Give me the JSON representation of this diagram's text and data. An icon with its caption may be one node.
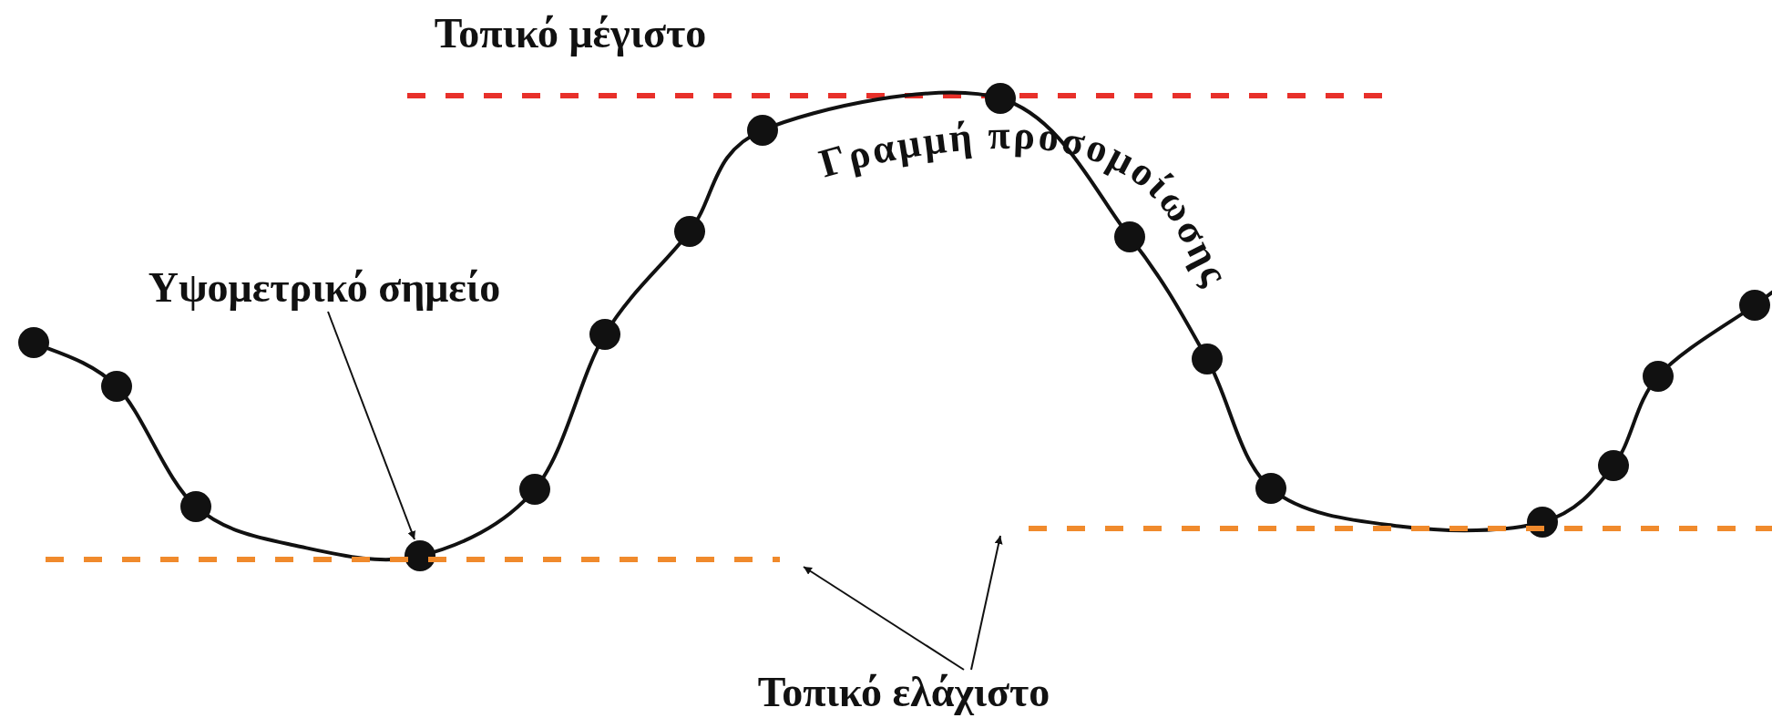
{
  "diagram": {
    "nodes": [
      {
        "text": [
          "Υψομετρικό σημείο"
        ]
      },
      {
        "text": [],
        "shape": "circle"
      },
      {
        "text": [],
        "shape": "circle"
      },
      {
        "text": [],
        "shape": "circle"
      },
      {
        "text": [],
        "shape": "circle"
      },
      {
        "text": [],
        "shape": "circle"
      },
      {
        "text": [],
        "shape": "circle"
      },
      {
        "text": [],
        "shape": "circle"
      },
      {
        "text": [],
        "shape": "circle"
      },
      {
        "text": [],
        "shape": "circle"
      },
      {
        "text": [],
        "shape": "circle"
      },
      {
        "text": [],
        "shape": "circle"
      },
      {
        "text": [],
        "shape": "circle"
      },
      {
        "text": [],
        "shape": "circle"
      },
      {
        "text": [],
        "shape": "circle"
      },
      {
        "text": [],
        "shape": "circle"
      },
      {
        "text": [],
        "shape": "circle"
      },
      {
        "text": [
          "Τοπικό ελάχιστο"
        ]
      },
      {
        "text": [],
        "shape": "line"
      },
      {
        "text": [],
        "shape": "line"
      }
    ],
    "edges": [
      {
        "from": 0,
        "to": 4,
        "arrow": "to"
      },
      {
        "from": 17,
        "to": 18,
        "arrow": "to"
      },
      {
        "from": 17,
        "to": 19,
        "arrow": "to"
      }
    ],
    "labels": [
      "Τοπικό μέγιστο",
      "Γραμμή προσομοίωσης"
    ]
  }
}
